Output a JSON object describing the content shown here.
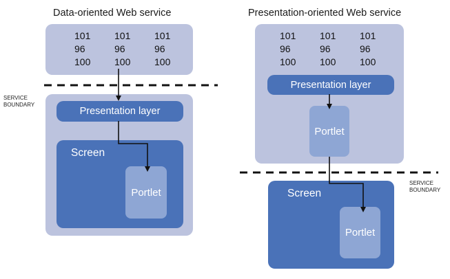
{
  "left": {
    "title": "Data-oriented Web service",
    "data_values": [
      "101",
      "101",
      "101",
      "96",
      "96",
      "96",
      "100",
      "100",
      "100"
    ],
    "presentation_label": "Presentation layer",
    "screen_label": "Screen",
    "portlet_label": "Portlet",
    "boundary_label_line1": "SERVICE",
    "boundary_label_line2": "BOUNDARY"
  },
  "right": {
    "title": "Presentation-oriented Web service",
    "data_values": [
      "101",
      "101",
      "101",
      "96",
      "96",
      "96",
      "100",
      "100",
      "100"
    ],
    "presentation_label": "Presentation layer",
    "screen_label": "Screen",
    "portlet_label": "Portlet",
    "boundary_label_line1": "SERVICE",
    "boundary_label_line2": "BOUNDARY"
  },
  "colors": {
    "light_panel": "#bcc3de",
    "dark_panel": "#4a72b8",
    "portlet": "#8ea6d4"
  }
}
